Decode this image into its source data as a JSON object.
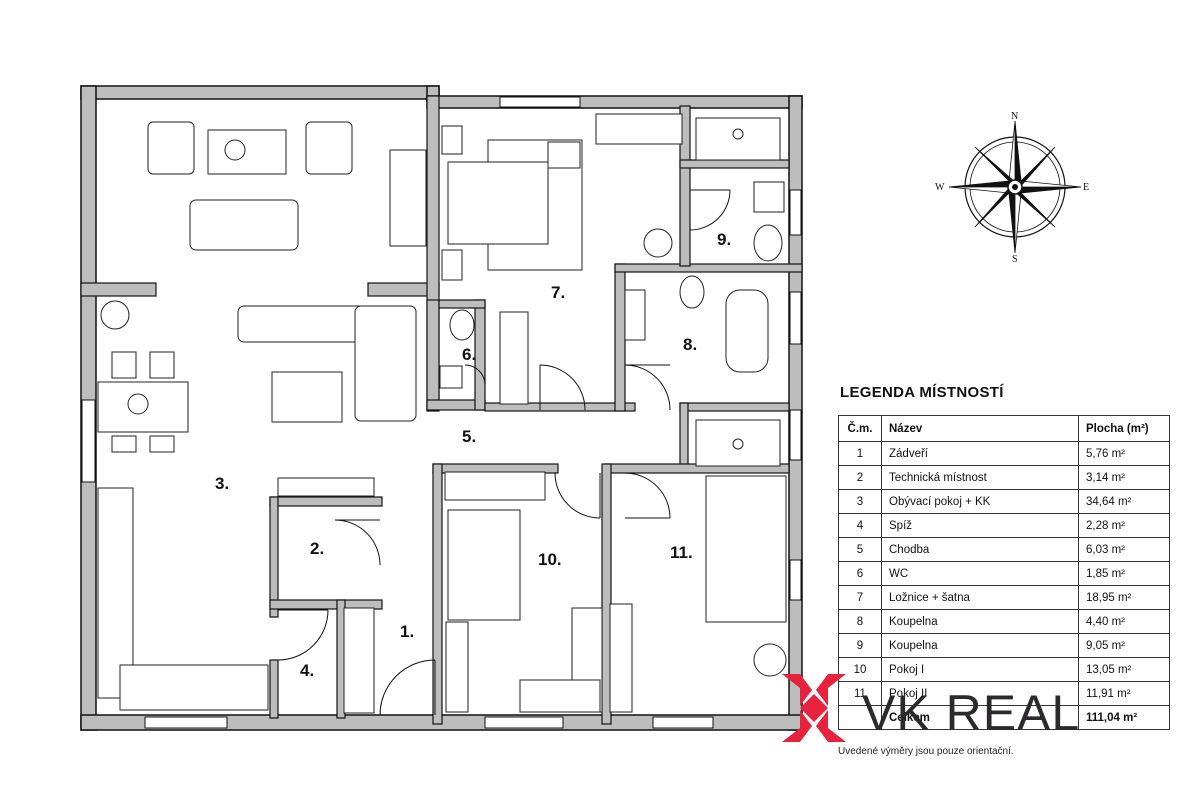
{
  "plan": {
    "rooms": [
      {
        "num": "1."
      },
      {
        "num": "2."
      },
      {
        "num": "3."
      },
      {
        "num": "4."
      },
      {
        "num": "5."
      },
      {
        "num": "6."
      },
      {
        "num": "7."
      },
      {
        "num": "8."
      },
      {
        "num": "9."
      },
      {
        "num": "10."
      },
      {
        "num": "11."
      }
    ]
  },
  "compass": {
    "n": "N",
    "s": "S",
    "e": "E",
    "w": "W"
  },
  "legend": {
    "title": "LEGENDA MÍSTNOSTÍ",
    "headers": {
      "num": "Č.m.",
      "name": "Název",
      "area": "Plocha (m²)"
    },
    "rows": [
      {
        "num": "1",
        "name": "Zádveří",
        "area": "5,76 m²"
      },
      {
        "num": "2",
        "name": "Technická místnost",
        "area": "3,14 m²"
      },
      {
        "num": "3",
        "name": "Obývací pokoj + KK",
        "area": "34,64 m²"
      },
      {
        "num": "4",
        "name": "Spíž",
        "area": "2,28 m²"
      },
      {
        "num": "5",
        "name": "Chodba",
        "area": "6,03 m²"
      },
      {
        "num": "6",
        "name": "WC",
        "area": "1,85 m²"
      },
      {
        "num": "7",
        "name": "Ložnice + šatna",
        "area": "18,95 m²"
      },
      {
        "num": "8",
        "name": "Koupelna",
        "area": "4,40 m²"
      },
      {
        "num": "9",
        "name": "Koupelna",
        "area": "9,05 m²"
      },
      {
        "num": "10",
        "name": "Pokoj I",
        "area": "13,05 m²"
      },
      {
        "num": "11",
        "name": "Pokoj II",
        "area": "11,91 m²"
      }
    ],
    "total": {
      "label": "Celkem",
      "area": "111,04 m²"
    }
  },
  "note": "Uvedené výměry jsou pouze orientační.",
  "logo": {
    "text": "VK REAL",
    "accent_color": "#e6223c",
    "text_color": "#2c2a2c"
  }
}
